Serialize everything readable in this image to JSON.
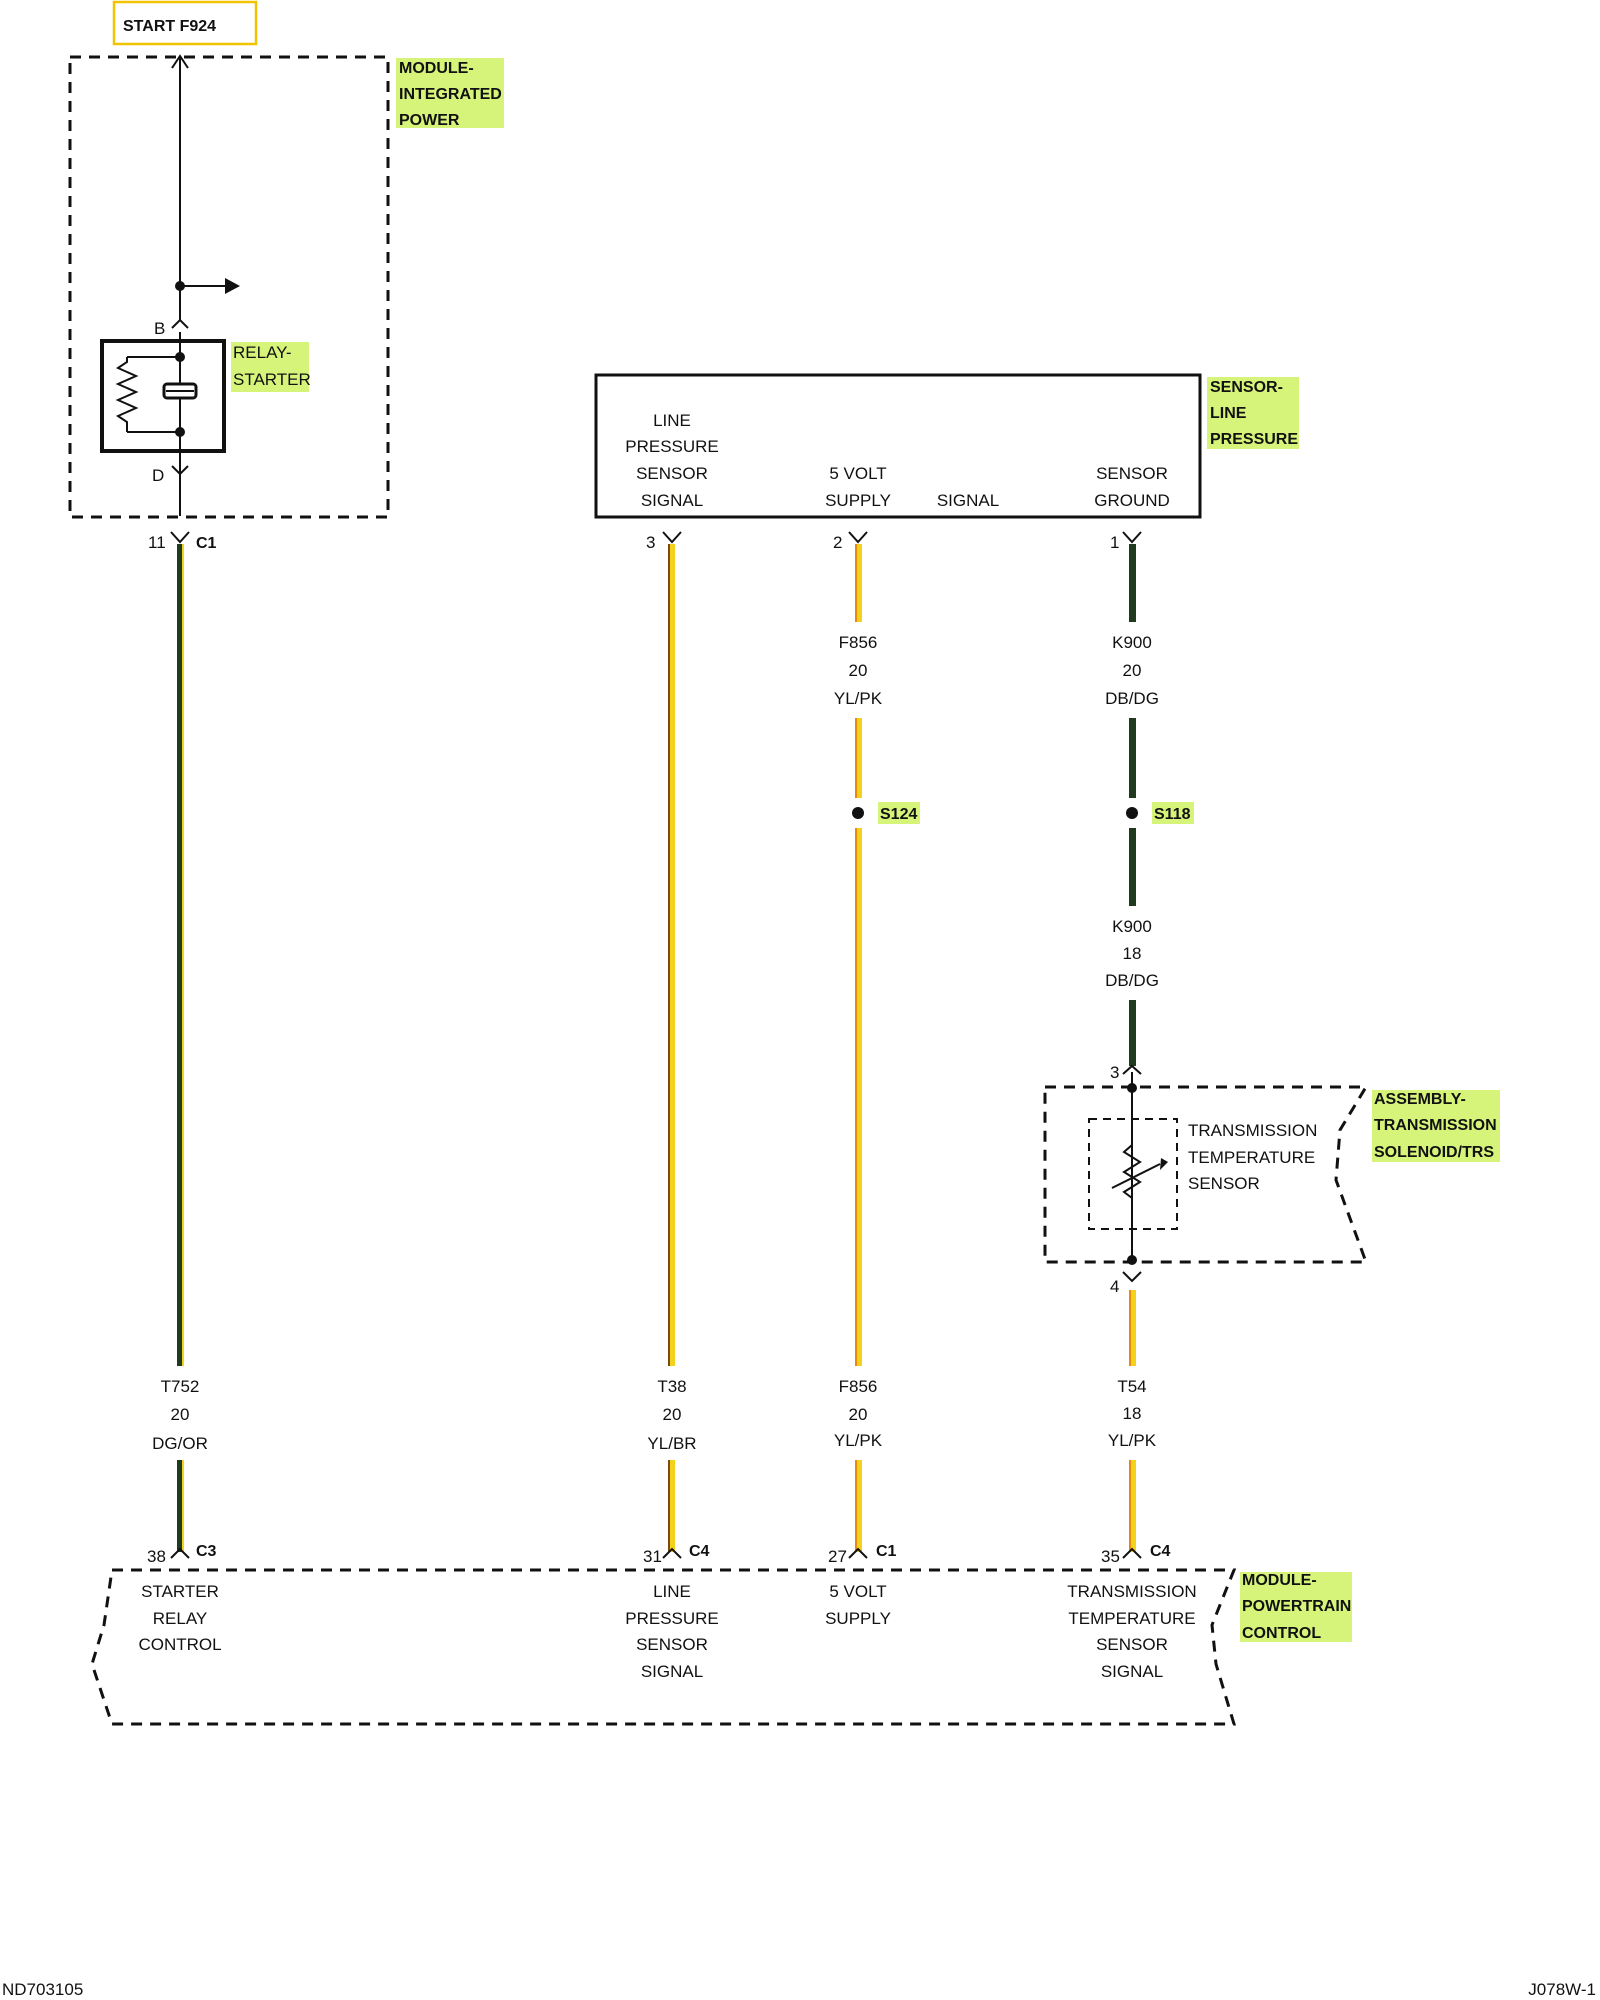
{
  "start_label": "START F924",
  "modules": {
    "integrated_power": [
      "MODULE-",
      "INTEGRATED",
      "POWER"
    ],
    "relay_starter": [
      "RELAY-",
      "STARTER"
    ],
    "sensor_line_pressure": [
      "SENSOR-",
      "LINE",
      "PRESSURE"
    ],
    "assembly_trans": [
      "ASSEMBLY-",
      "TRANSMISSION",
      "SOLENOID/TRS"
    ],
    "powertrain": [
      "MODULE-",
      "POWERTRAIN",
      "CONTROL"
    ]
  },
  "relay_pins": {
    "top": "B",
    "bottom": "D"
  },
  "sensor_box": {
    "col1": [
      "LINE",
      "PRESSURE",
      "SENSOR",
      "SIGNAL"
    ],
    "col2": [
      "5 VOLT",
      "SUPPLY"
    ],
    "col3": [
      "SIGNAL"
    ],
    "col4": [
      "SENSOR",
      "GROUND"
    ]
  },
  "top_pins": {
    "p1_num": "11",
    "p1_conn": "C1",
    "p2_num": "3",
    "p3_num": "2",
    "p4_num": "1"
  },
  "wires": {
    "f856_top": [
      "F856",
      "20",
      "YL/PK"
    ],
    "k900_top": [
      "K900",
      "20",
      "DB/DG"
    ],
    "k900_mid": [
      "K900",
      "18",
      "DB/DG"
    ],
    "t752": [
      "T752",
      "20",
      "DG/OR"
    ],
    "t38": [
      "T38",
      "20",
      "YL/BR"
    ],
    "f856_bot": [
      "F856",
      "20",
      "YL/PK"
    ],
    "t54": [
      "T54",
      "18",
      "YL/PK"
    ]
  },
  "splices": {
    "s124": "S124",
    "s118": "S118"
  },
  "trs": {
    "pin_top": "3",
    "pin_bottom": "4",
    "text": [
      "TRANSMISSION",
      "TEMPERATURE",
      "SENSOR"
    ]
  },
  "bottom_pins": {
    "p1_num": "38",
    "p1_conn": "C3",
    "p2_num": "31",
    "p2_conn": "C4",
    "p3_num": "27",
    "p3_conn": "C1",
    "p4_num": "35",
    "p4_conn": "C4"
  },
  "pcm_labels": {
    "col1": [
      "STARTER",
      "RELAY",
      "CONTROL"
    ],
    "col2": [
      "LINE",
      "PRESSURE",
      "SENSOR",
      "SIGNAL"
    ],
    "col3": [
      "5 VOLT",
      "SUPPLY"
    ],
    "col4": [
      "TRANSMISSION",
      "TEMPERATURE",
      "SENSOR",
      "SIGNAL"
    ]
  },
  "footer": {
    "left": "ND703105",
    "right": "J078W-1"
  },
  "colors": {
    "yellow": "#f2d21b",
    "orange": "#e8890f",
    "darkgreen": "#1f3a1f",
    "highlight": "#d7f47a",
    "box_yellow": "#f2c300"
  }
}
